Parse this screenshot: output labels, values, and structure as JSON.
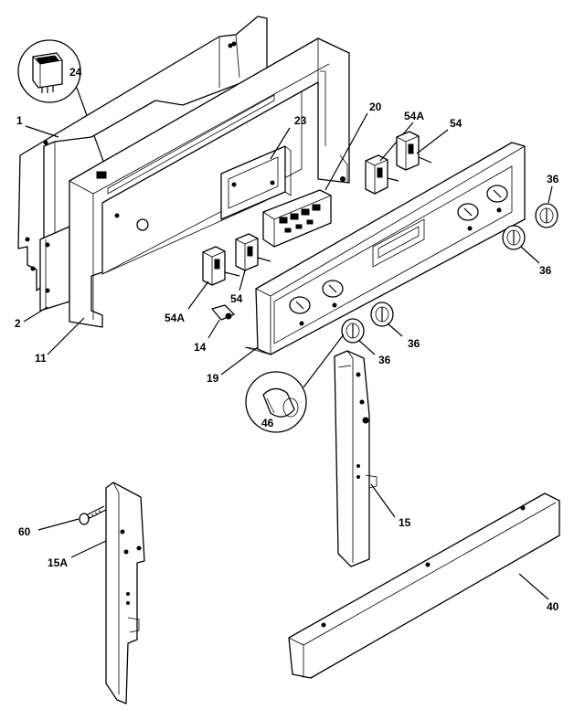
{
  "diagram": {
    "callouts": [
      {
        "id": "c1",
        "text": "1"
      },
      {
        "id": "c2",
        "text": "2"
      },
      {
        "id": "c11",
        "text": "11"
      },
      {
        "id": "c24",
        "text": "24"
      },
      {
        "id": "c23",
        "text": "23"
      },
      {
        "id": "c20",
        "text": "20"
      },
      {
        "id": "c54a_top",
        "text": "54A"
      },
      {
        "id": "c54_top",
        "text": "54"
      },
      {
        "id": "c36_a",
        "text": "36"
      },
      {
        "id": "c36_b",
        "text": "36"
      },
      {
        "id": "c36_c",
        "text": "36"
      },
      {
        "id": "c36_d",
        "text": "36"
      },
      {
        "id": "c54a_left",
        "text": "54A"
      },
      {
        "id": "c54_mid",
        "text": "54"
      },
      {
        "id": "c14",
        "text": "14"
      },
      {
        "id": "c19",
        "text": "19"
      },
      {
        "id": "c46",
        "text": "46"
      },
      {
        "id": "c15",
        "text": "15"
      },
      {
        "id": "c60",
        "text": "60"
      },
      {
        "id": "c15a",
        "text": "15A"
      },
      {
        "id": "c40",
        "text": "40"
      }
    ]
  }
}
